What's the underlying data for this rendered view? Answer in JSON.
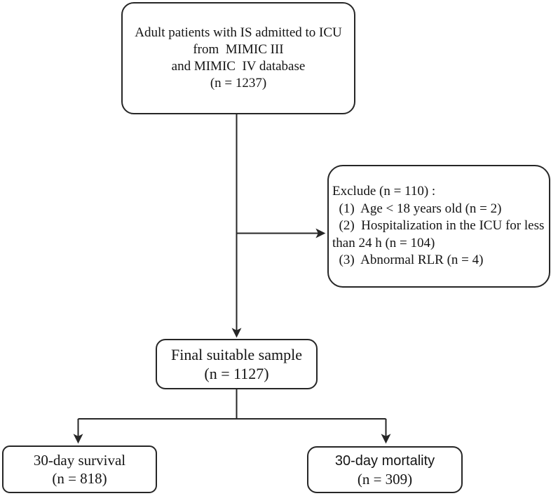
{
  "diagram": {
    "type": "patient-flowchart",
    "boxes": {
      "source": {
        "text": "Adult patients with IS admitted to ICU\nfrom  MIMIC III\nand MIMIC  IV database\n(n = 1237)",
        "n": 1237
      },
      "exclude": {
        "text": "Exclude (n = 110) :\n  (1)  Age < 18 years old (n = 2)\n  (2)  Hospitalization in the ICU for less\nthan 24 h (n = 104)\n  (3)  Abnormal RLR (n = 4)",
        "n_total": 110,
        "reasons": [
          {
            "label": "Age < 18 years old",
            "n": 2
          },
          {
            "label": "Hospitalization in the ICU for less than 24 h",
            "n": 104
          },
          {
            "label": "Abnormal RLR",
            "n": 4
          }
        ]
      },
      "final": {
        "text": "Final suitable sample\n(n = 1127)",
        "n": 1127
      },
      "survival": {
        "label": "30-day survival",
        "n_text": "(n = 818)",
        "n": 818
      },
      "mortality": {
        "label": "30-day mortality",
        "n_text": "(n = 309)",
        "n": 309
      }
    },
    "colors": {
      "stroke": "#262626",
      "text": "#141414",
      "background": "#ffffff"
    }
  }
}
